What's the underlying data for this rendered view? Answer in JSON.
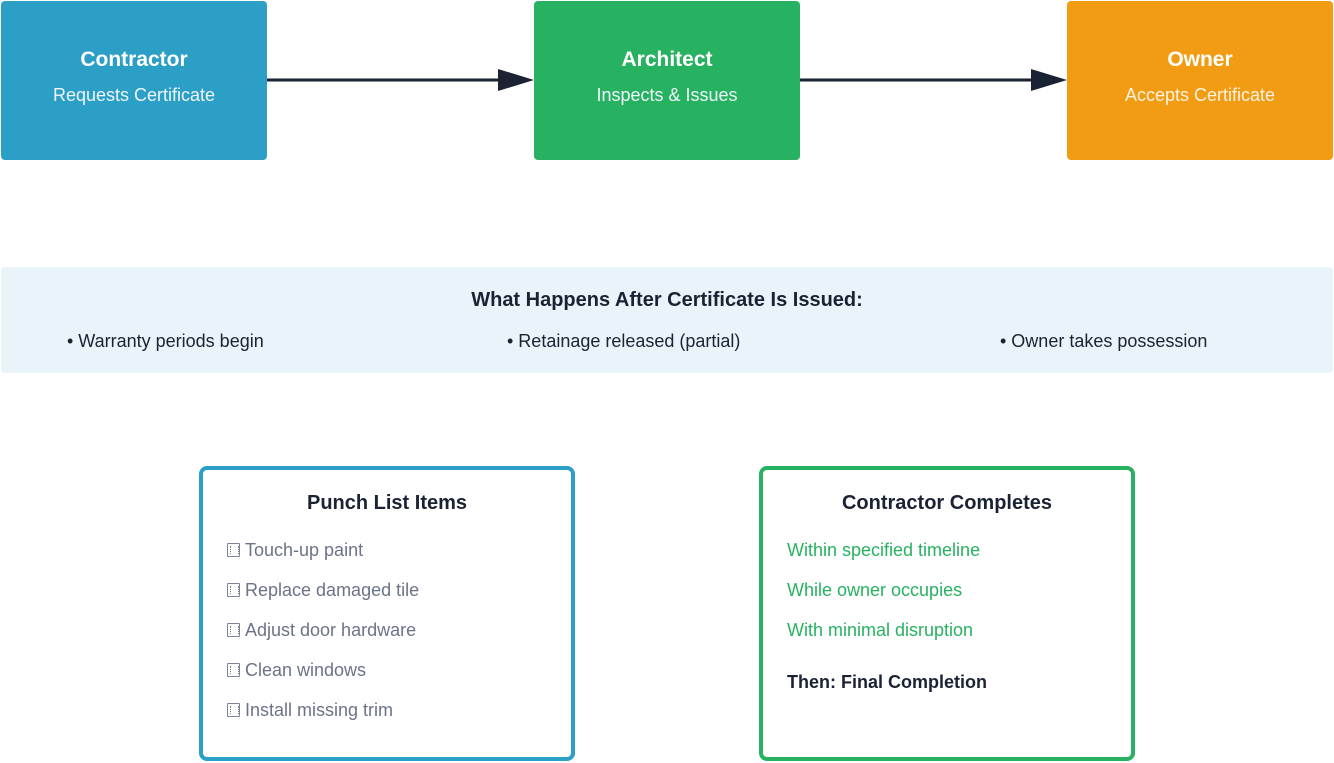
{
  "flow": {
    "steps": [
      {
        "title": "Contractor",
        "subtitle": "Requests Certificate",
        "color": "#2b9fc6"
      },
      {
        "title": "Architect",
        "subtitle": "Inspects & Issues",
        "color": "#27b261"
      },
      {
        "title": "Owner",
        "subtitle": "Accepts Certificate",
        "color": "#f29c14"
      }
    ],
    "arrow_color": "#1a2233"
  },
  "after_certificate": {
    "title": "What Happens After Certificate Is Issued:",
    "bullets": [
      "• Warranty periods begin",
      "• Retainage released (partial)",
      "• Owner takes possession"
    ],
    "background": "#e8f3fa"
  },
  "punch_list": {
    "title": "Punch List Items",
    "items": [
      "Touch-up paint",
      "Replace damaged tile",
      "Adjust door hardware",
      "Clean windows",
      "Install missing trim"
    ],
    "item_icon": "checkbox-icon",
    "border_color": "#2b9fc6"
  },
  "contractor_completes": {
    "title": "Contractor Completes",
    "items": [
      "Within specified timeline",
      "While owner occupies",
      "With minimal disruption"
    ],
    "final": "Then: Final Completion",
    "border_color": "#27b261"
  }
}
